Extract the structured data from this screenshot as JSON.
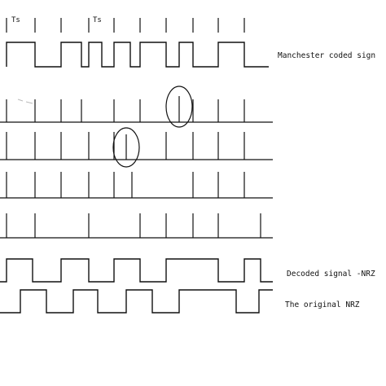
{
  "timing": {
    "period_label_1": "Ts",
    "period_label_2": "Ts"
  },
  "signals": {
    "manchester_label": "Manchester coded sign",
    "decoded_label": "Decoded signal -NRZ",
    "original_label": "The original NRZ"
  },
  "annotations": {
    "highlight_count": 2
  }
}
